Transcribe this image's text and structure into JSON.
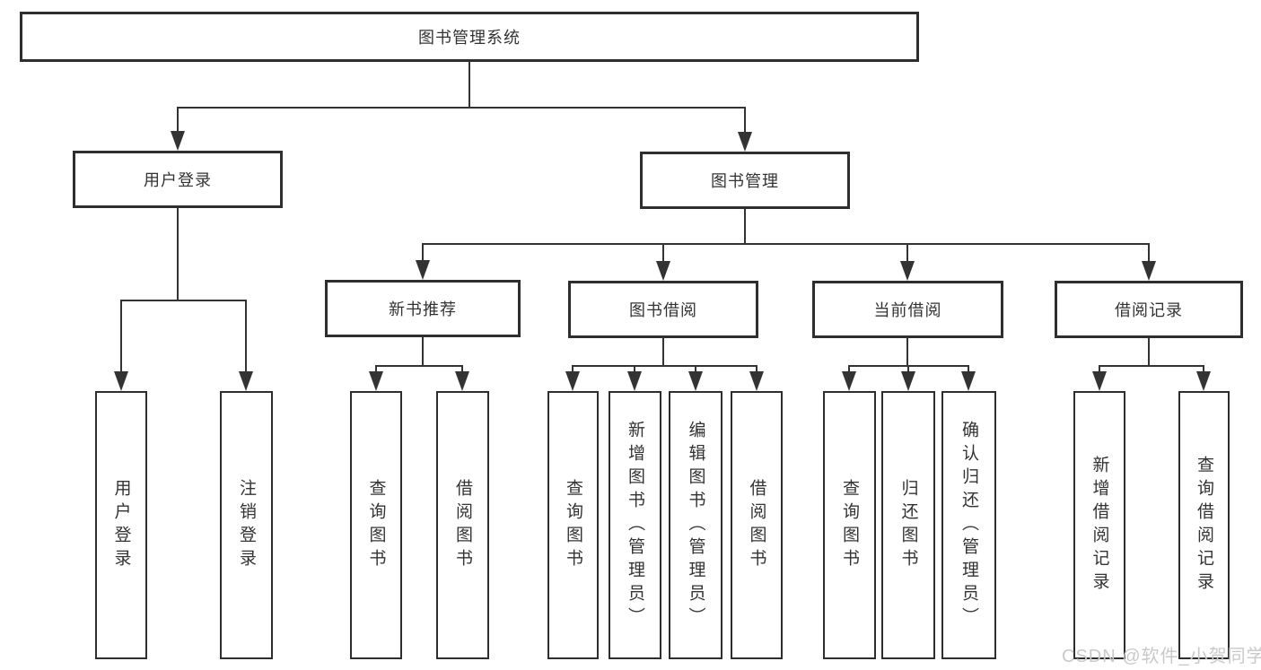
{
  "diagram": {
    "root": {
      "label": "图书管理系统"
    },
    "branches": [
      {
        "label": "用户登录",
        "children": [
          {
            "label": "用户登录"
          },
          {
            "label": "注销登录"
          }
        ]
      },
      {
        "label": "图书管理",
        "children": [
          {
            "label": "新书推荐",
            "children": [
              {
                "label": "查询图书"
              },
              {
                "label": "借阅图书"
              }
            ]
          },
          {
            "label": "图书借阅",
            "children": [
              {
                "label": "查询图书"
              },
              {
                "label": "新增图书（管理员）"
              },
              {
                "label": "编辑图书（管理员）"
              },
              {
                "label": "借阅图书"
              }
            ]
          },
          {
            "label": "当前借阅",
            "children": [
              {
                "label": "查询图书"
              },
              {
                "label": "归还图书"
              },
              {
                "label": "确认归还（管理员）"
              }
            ]
          },
          {
            "label": "借阅记录",
            "children": [
              {
                "label": "新增借阅记录"
              },
              {
                "label": "查询借阅记录"
              }
            ]
          }
        ]
      }
    ]
  },
  "watermark": {
    "text": "CSDN @软件_小贺同学"
  },
  "colors": {
    "background": "#ffffff",
    "line": "#333333",
    "box_border": "#2e2e2e",
    "text": "#333333",
    "watermark": "#c9c9c9"
  }
}
